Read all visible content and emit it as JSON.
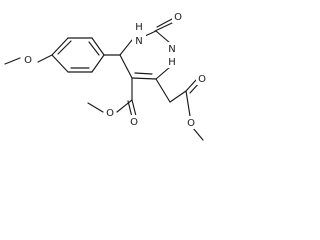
{
  "molecule": {
    "atoms": [
      {
        "id": "n_top",
        "label": "H",
        "sublabel": "N"
      },
      {
        "id": "o_carbonyl_ring",
        "label": "O"
      },
      {
        "id": "n_right",
        "label": "N",
        "sublabel": "H"
      },
      {
        "id": "o_methoxy_aryl",
        "label": "O"
      },
      {
        "id": "o_ester_carbonyl",
        "label": "O"
      },
      {
        "id": "o_ester_single",
        "label": "O"
      },
      {
        "id": "o_side_carbonyl",
        "label": "O"
      },
      {
        "id": "o_side_single",
        "label": "O"
      }
    ]
  }
}
